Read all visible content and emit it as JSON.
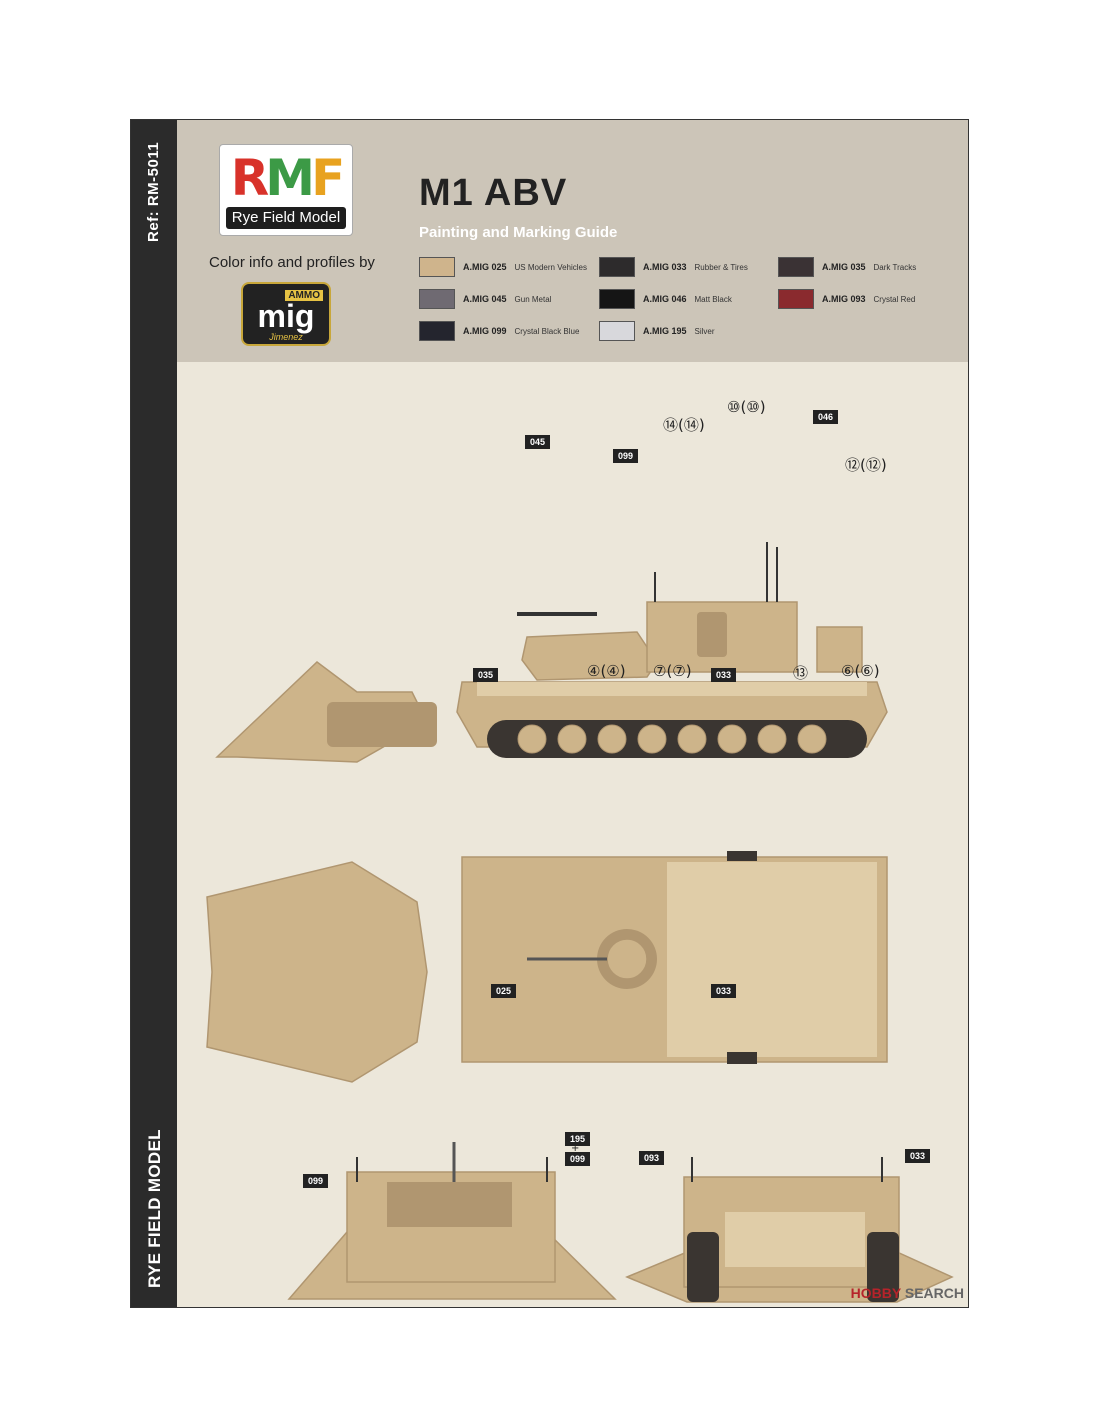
{
  "sidebar": {
    "ref": "Ref: RM-5011",
    "brand": "RYE FIELD MODEL"
  },
  "logo": {
    "letters": [
      "R",
      "M",
      "F"
    ],
    "band": "Rye Field Model"
  },
  "color_info": "Color info and profiles by",
  "mig_logo": {
    "ammo": "AMMO",
    "word": "mig",
    "sub": "Jimenez"
  },
  "title": "M1 ABV",
  "subtitle": "Painting and Marking Guide",
  "paints": [
    {
      "code": "A.MIG 025",
      "name": "US Modern Vehicles",
      "color": "#cfb48c"
    },
    {
      "code": "A.MIG 033",
      "name": "Rubber & Tires",
      "color": "#2d2b2c"
    },
    {
      "code": "A.MIG 035",
      "name": "Dark Tracks",
      "color": "#3a3234"
    },
    {
      "code": "A.MIG 045",
      "name": "Gun Metal",
      "color": "#6f6a72"
    },
    {
      "code": "A.MIG 046",
      "name": "Matt Black",
      "color": "#151515"
    },
    {
      "code": "A.MIG 093",
      "name": "Crystal Red",
      "color": "#8a2a2e"
    },
    {
      "code": "A.MIG 099",
      "name": "Crystal Black Blue",
      "color": "#24252e"
    },
    {
      "code": "A.MIG 195",
      "name": "Silver",
      "color": "#d8d8dc"
    }
  ],
  "side_view": {
    "tags": [
      "045",
      "099",
      "046",
      "035",
      "033"
    ],
    "callouts": [
      "⑭(⑭)",
      "⑩(⑩)",
      "⑫(⑫)",
      "④(④)",
      "⑦(⑦)",
      "⑬",
      "⑥(⑥)"
    ]
  },
  "top_view": {
    "tags": [
      "025",
      "033"
    ]
  },
  "front_view": {
    "tags": [
      "195",
      "+",
      "099",
      "099"
    ]
  },
  "rear_view": {
    "tags": [
      "093",
      "033"
    ]
  },
  "watermark": {
    "brand": "HOBBY",
    "suffix": "SEARCH"
  },
  "colors": {
    "sand": "#cdb48a",
    "sand_dark": "#b09670",
    "sand_light": "#e0cda8",
    "track": "#3a3531"
  }
}
